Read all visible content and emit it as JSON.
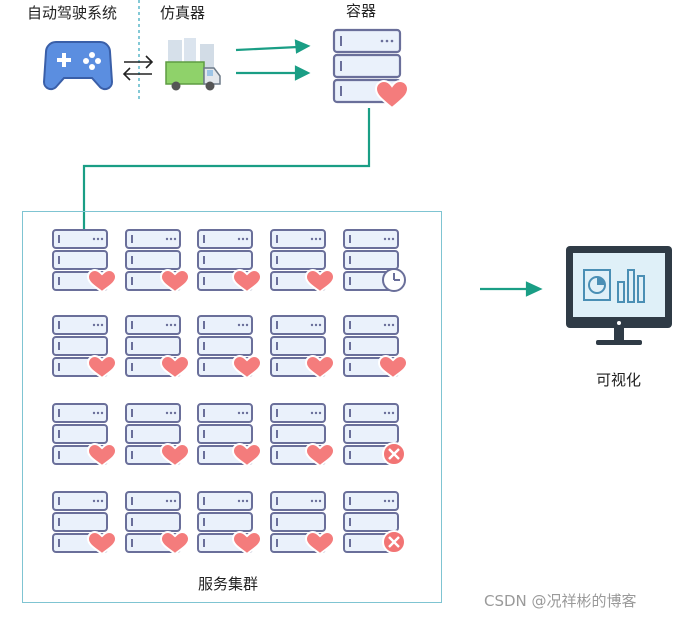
{
  "labels": {
    "driving_system": "自动驾驶系统",
    "simulator": "仿真器",
    "container": "容器",
    "cluster": "服务集群",
    "visualization": "可视化"
  },
  "watermark": "CSDN @况祥彬的博客",
  "cluster_grid": [
    [
      "heart",
      "heart",
      "heart",
      "heart",
      "clock"
    ],
    [
      "heart",
      "heart",
      "heart",
      "heart",
      "heart"
    ],
    [
      "heart",
      "heart",
      "heart",
      "heart",
      "error"
    ],
    [
      "heart",
      "heart",
      "heart",
      "heart",
      "error"
    ]
  ],
  "colors": {
    "arrow": "#1a9e85",
    "cluster_border": "#7fc4d2",
    "server_fill": "#eaf1fb",
    "server_stroke": "#6a6f9a",
    "heart": "#f47c7c",
    "error": "#f27474",
    "monitor_frame": "#2f3b46",
    "monitor_screen": "#dff0f8",
    "gamepad": "#5b8ee0"
  }
}
